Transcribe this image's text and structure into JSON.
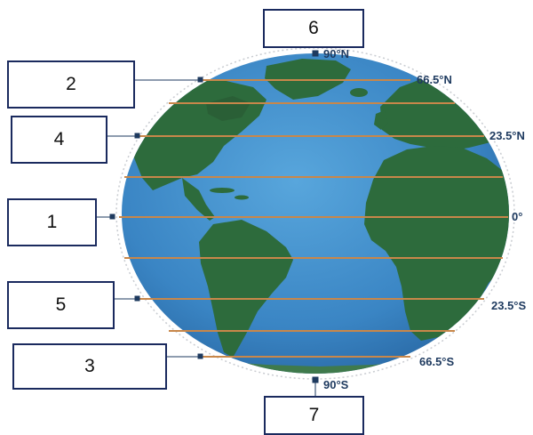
{
  "labels": {
    "north_pole": "90°N",
    "arctic_circle": "66.5°N",
    "tropic_of_cancer": "23.5°N",
    "equator": "0°",
    "tropic_of_capricorn": "23.5°S",
    "antarctic_circle": "66.5°S",
    "south_pole": "90°S"
  },
  "boxes": {
    "arctic_circle": "2",
    "tropic_of_cancer": "4",
    "equator": "1",
    "tropic_of_capricorn": "5",
    "antarctic_circle": "3",
    "north_pole": "6",
    "south_pole": "7"
  },
  "colors": {
    "ocean": "#3d86c6",
    "land": "#2d6b3c",
    "latitude_line": "#c8874a",
    "connector": "#1e3a5f",
    "box_border": "#1a2a5e"
  }
}
